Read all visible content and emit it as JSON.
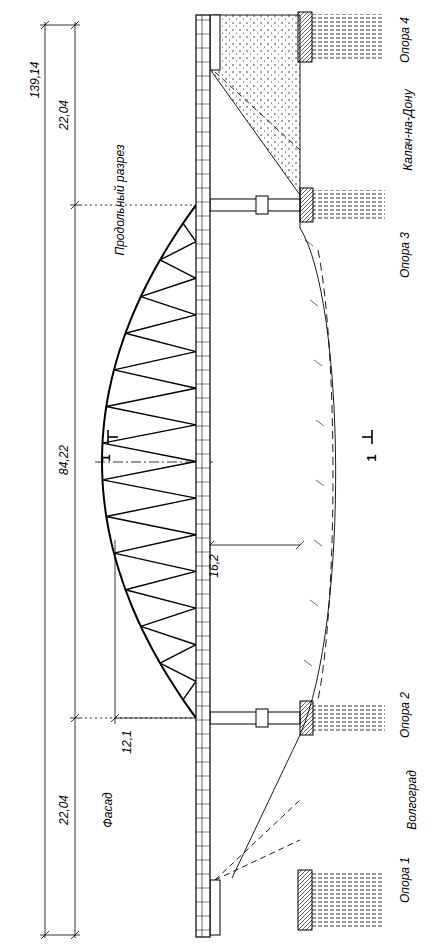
{
  "diagram": {
    "labels": [
      "139,14",
      "22,04",
      "84,22",
      "22,04",
      "Калач-на-Дону",
      "Продольный разрез",
      "Фасад",
      "Волгоград",
      "16,2",
      "12,1",
      "1",
      "1",
      "Опора 4",
      "Опора 3",
      "Опора 2",
      "Опора 1"
    ]
  }
}
